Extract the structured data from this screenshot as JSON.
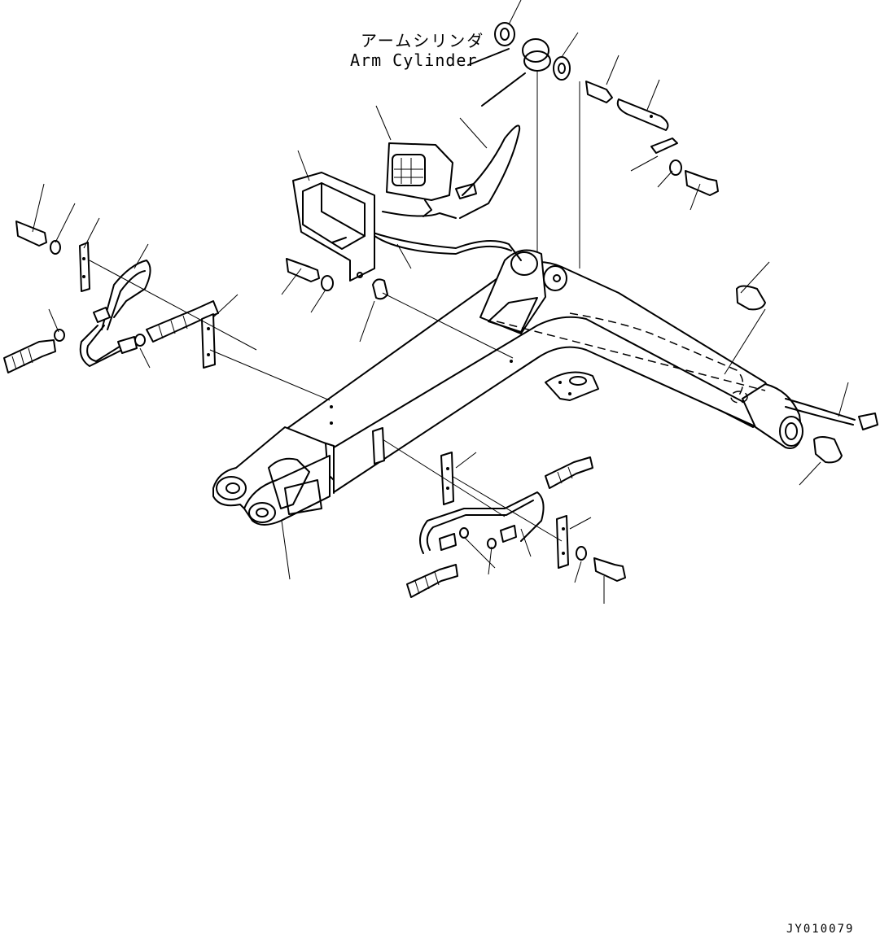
{
  "callout": {
    "name_ja": "アームシリンダ",
    "name_en": "Arm Cylinder"
  },
  "drawing_code": "JY010079",
  "colors": {
    "background": "#ffffff",
    "line": "#000000"
  }
}
